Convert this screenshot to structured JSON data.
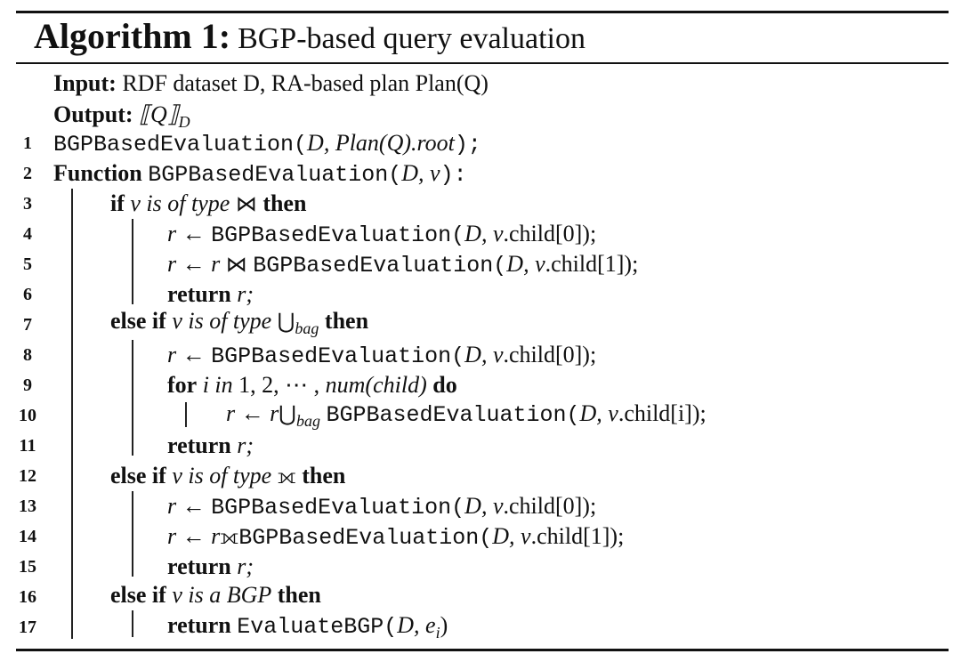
{
  "title": {
    "label": "Algorithm 1:",
    "text": "BGP-based query evaluation"
  },
  "io": {
    "input_label": "Input:",
    "input_text": "RDF dataset D, RA-based plan Plan(Q)",
    "output_label": "Output:",
    "output_text": "⟦Q⟧",
    "output_sub": "D"
  },
  "line_numbers": [
    "1",
    "2",
    "3",
    "4",
    "5",
    "6",
    "7",
    "8",
    "9",
    "10",
    "11",
    "12",
    "13",
    "14",
    "15",
    "16",
    "17"
  ],
  "lines": {
    "l1": {
      "code": "BGPBasedEvaluation(",
      "args": "D, Plan(Q).root",
      "end": ");"
    },
    "l2": {
      "kw": "Function",
      "code": "BGPBasedEvaluation(",
      "args": "D, v",
      "end": "):"
    },
    "l3": {
      "kw": "if",
      "cond": "v is of type",
      "sym": "⋈",
      "kw2": "then"
    },
    "l4": {
      "lhs": "r ←",
      "code": "BGPBasedEvaluation(",
      "args": "D, v",
      "end": ".child[0]);"
    },
    "l5": {
      "lhs": "r ← r",
      "sym": "⋈",
      "code": "BGPBasedEvaluation(",
      "args": "D, v",
      "end": ".child[1]);"
    },
    "l6": {
      "kw": "return",
      "var": "r;"
    },
    "l7": {
      "kw": "else if",
      "cond": "v is of type",
      "sym": "⋃",
      "sub": "bag",
      "kw2": "then"
    },
    "l8": {
      "lhs": "r ←",
      "code": "BGPBasedEvaluation(",
      "args": "D, v",
      "end": ".child[0]);"
    },
    "l9": {
      "kw": "for",
      "cond": "i in",
      "range": "1, 2, ⋯ ,",
      "cond2": "num(child)",
      "kw2": "do"
    },
    "l10": {
      "lhs": "r ← r",
      "sym": "⋃",
      "sub": "bag",
      "code": "BGPBasedEvaluation(",
      "args": "D, v",
      "end": ".child[i]);"
    },
    "l11": {
      "kw": "return",
      "var": "r;"
    },
    "l12": {
      "kw": "else if",
      "cond": "v is of type",
      "sym": "⟗",
      "kw2": "then"
    },
    "l13": {
      "lhs": "r ←",
      "code": "BGPBasedEvaluation(",
      "args": "D, v",
      "end": ".child[0]);"
    },
    "l14": {
      "lhs": "r ← r",
      "sym": "⟗",
      "code": "BGPBasedEvaluation(",
      "args": "D, v",
      "end": ".child[1]);"
    },
    "l15": {
      "kw": "return",
      "var": "r;"
    },
    "l16": {
      "kw": "else if",
      "cond": "v is a BGP",
      "kw2": "then"
    },
    "l17": {
      "kw": "return",
      "code": "EvaluateBGP(",
      "args": "D, e",
      "args_sub": "i",
      "end": ")"
    }
  }
}
